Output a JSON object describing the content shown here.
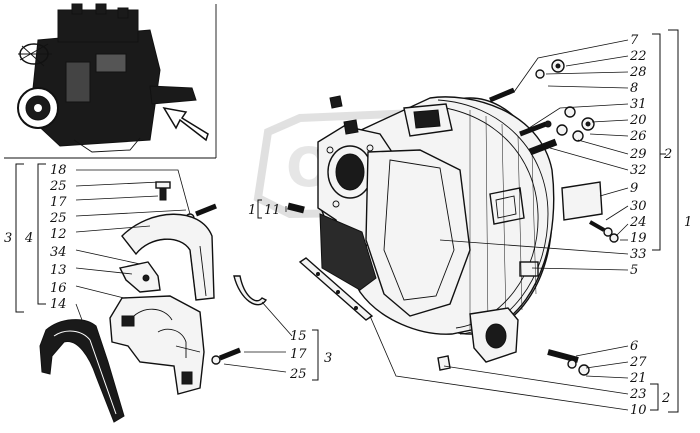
{
  "watermark": {
    "text": "OPEX",
    "color": "#cfcfcf"
  },
  "colors": {
    "line": "#111111",
    "background": "#ffffff"
  },
  "callouts": [
    "7",
    "22",
    "28",
    "8",
    "31",
    "20",
    "26",
    "29",
    "32",
    "9",
    "30",
    "24",
    "19",
    "33",
    "5",
    "18",
    "25",
    "17",
    "25",
    "12",
    "34",
    "13",
    "16",
    "14",
    "11",
    "15",
    "17",
    "25",
    "6",
    "27",
    "21",
    "23",
    "10"
  ],
  "group_labels": {
    "left_outer": "3",
    "left_inner": "4",
    "group_11": "1",
    "bottom_group": "3",
    "right_inner_top": "2",
    "right_outer": "1",
    "right_bottom": "2"
  }
}
